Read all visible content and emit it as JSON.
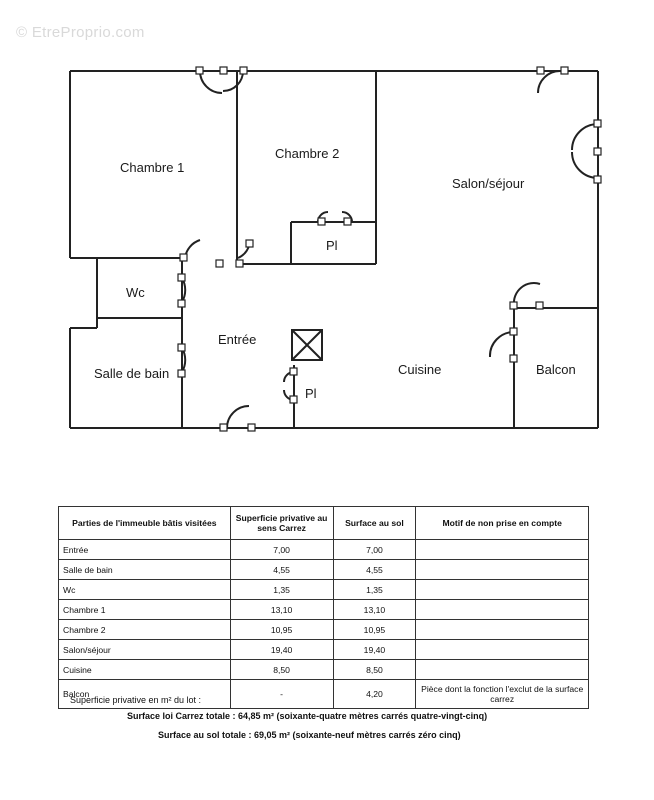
{
  "watermark": "© EtreProprio.com",
  "rooms": {
    "chambre1": "Chambre 1",
    "chambre2": "Chambre 2",
    "salon": "Salon/séjour",
    "pl1": "Pl",
    "pl2": "Pl",
    "wc": "Wc",
    "entree": "Entrée",
    "salle_de_bain": "Salle de bain",
    "cuisine": "Cuisine",
    "balcon": "Balcon"
  },
  "table": {
    "headers": [
      "Parties de l'immeuble bâtis visitées",
      "Superficie privative au sens Carrez",
      "Surface au sol",
      "Motif de non prise en compte"
    ],
    "rows": [
      [
        "Entrée",
        "7,00",
        "7,00",
        ""
      ],
      [
        "Salle de bain",
        "4,55",
        "4,55",
        ""
      ],
      [
        "Wc",
        "1,35",
        "1,35",
        ""
      ],
      [
        "Chambre 1",
        "13,10",
        "13,10",
        ""
      ],
      [
        "Chambre 2",
        "10,95",
        "10,95",
        ""
      ],
      [
        "Salon/séjour",
        "19,40",
        "19,40",
        ""
      ],
      [
        "Cuisine",
        "8,50",
        "8,50",
        ""
      ],
      [
        "Balcon",
        "-",
        "4,20",
        "Pièce dont la fonction l'exclut de la surface carrez"
      ]
    ]
  },
  "notes": {
    "intro": "Superficie privative en m² du lot :",
    "carrez": "Surface loi Carrez totale : 64,85 m² (soixante-quatre mètres carrés quatre-vingt-cinq)",
    "sol": "Surface au sol totale : 69,05 m² (soixante-neuf mètres carrés zéro cinq)"
  }
}
